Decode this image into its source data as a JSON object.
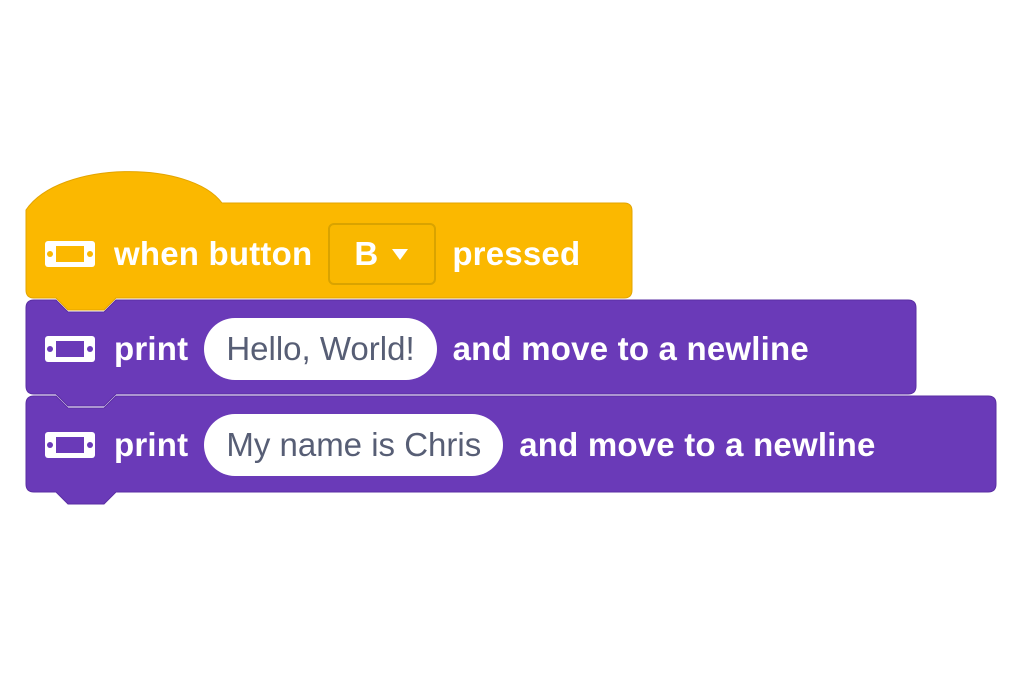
{
  "colors": {
    "event_block": "#fbb800",
    "event_block_edge": "#e3a400",
    "print_block": "#6a3ab8",
    "print_block_edge": "#5a2ea3",
    "text_on_block": "#ffffff",
    "pill_text": "#575e75"
  },
  "event_block": {
    "icon": "microbit-icon",
    "label_before": "when button",
    "dropdown_value": "B",
    "label_after": "pressed"
  },
  "print_blocks": [
    {
      "icon": "microbit-icon",
      "label": "print",
      "text_input": "Hello, World!",
      "suffix": "and move to a newline"
    },
    {
      "icon": "microbit-icon",
      "label": "print",
      "text_input": "My name is Chris",
      "suffix": "and move to a newline"
    }
  ]
}
